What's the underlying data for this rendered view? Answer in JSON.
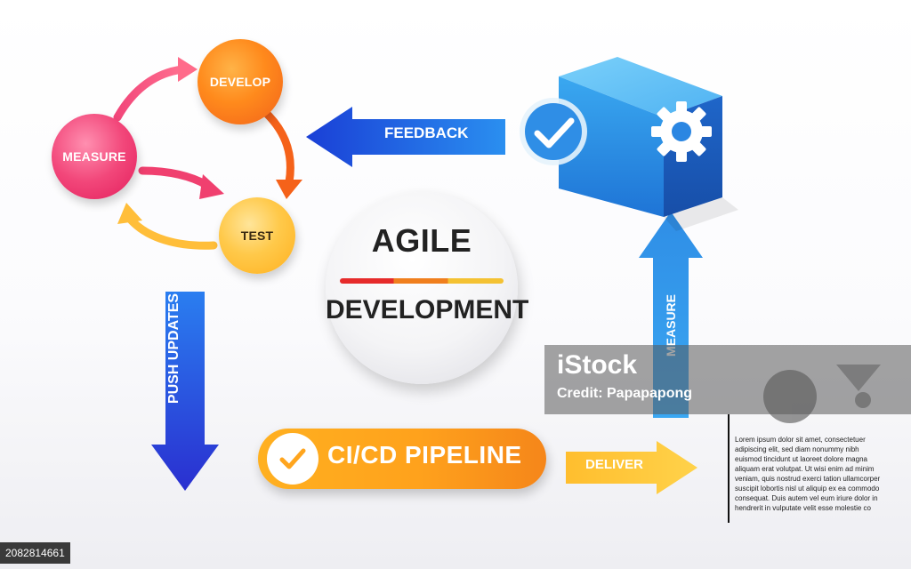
{
  "cycle": {
    "develop": "DEVELOP",
    "measure": "MEASURE",
    "test": "TEST"
  },
  "arrows": {
    "feedback": "FEEDBACK",
    "push_updates": "PUSH UPDATES",
    "measure": "MEASURE",
    "deliver": "DELIVER"
  },
  "center": {
    "title_top": "AGILE",
    "title_bottom": "DEVELOPMENT",
    "bar_colors": [
      "#e62b2b",
      "#f07f1e",
      "#f4c233"
    ]
  },
  "pipeline": {
    "label": "CI/CD PIPELINE"
  },
  "watermark": {
    "brand": "iStock",
    "credit": "Credit: Papapapong"
  },
  "body_text": "Lorem ipsum dolor sit amet, consectetuer adipiscing elit, sed diam nonummy nibh euismod tincidunt ut laoreet dolore magna aliquam erat volutpat. Ut wisi enim ad minim veniam, quis nostrud exerci tation ullamcorper suscipit lobortis nisl ut aliquip ex ea commodo consequat. Duis autem vel eum iriure dolor in hendrerit in vulputate velit esse molestie co",
  "stock_id": "2082814661",
  "icons": {
    "cube": "gear-icon",
    "cube_badge": "check-icon",
    "pipeline_badge": "check-icon"
  },
  "colors": {
    "blue": "#1e4fd9",
    "orange": "#ff9a1f",
    "pink": "#e82a66",
    "yellow": "#ffc23a"
  }
}
